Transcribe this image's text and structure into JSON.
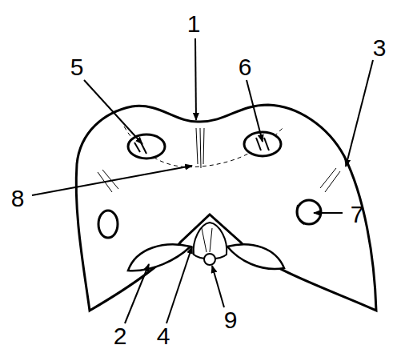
{
  "diagram": {
    "labels": [
      "1",
      "5",
      "6",
      "3",
      "8",
      "7",
      "2",
      "4",
      "9"
    ]
  }
}
